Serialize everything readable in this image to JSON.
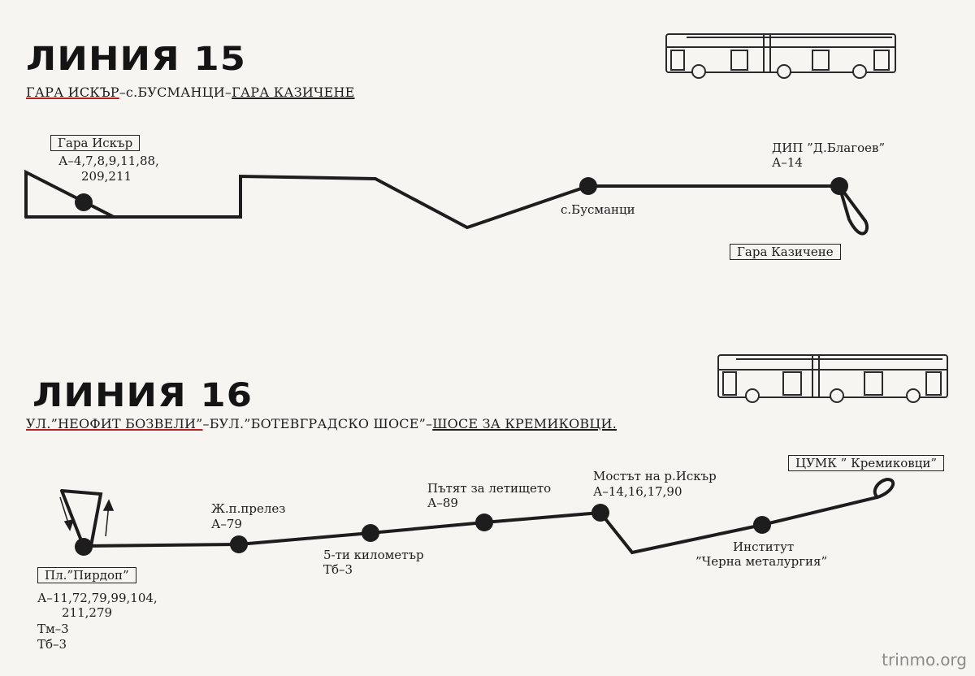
{
  "line15": {
    "title": "ЛИНИЯ 15",
    "route": {
      "a": "ГАРА ИСКЪР",
      "sep1": "–с.",
      "b": "БУСМАНЦИ",
      "sep2": "–",
      "c": "ГАРА КАЗИЧЕНЕ"
    },
    "stops": {
      "gara_iskar": {
        "name": "Гара Искър",
        "conn1": "А–4,7,8,9,11,88,",
        "conn2": "209,211"
      },
      "busmantsi": {
        "name": "с.Бусманци"
      },
      "dip": {
        "name": "ДИП ”Д.Благоев”",
        "conn": "А–14"
      },
      "gara_kazichene": {
        "name": "Гара Казичене"
      }
    }
  },
  "line16": {
    "title": "ЛИНИЯ 16",
    "route": {
      "a": "УЛ.”НЕОФИТ БОЗВЕЛИ”",
      "sep1": "–",
      "b": "БУЛ.”БОТЕВГРАДСКО ШОСЕ”",
      "sep2": "–",
      "c": "ШОСЕ ЗА КРЕМИКОВЦИ."
    },
    "stops": {
      "pirdop": {
        "name": "Пл.”Пирдоп”",
        "conn1": "А–11,72,79,99,104,",
        "conn2": "211,279",
        "conn3": "Тм–3",
        "conn4": "Тб–3"
      },
      "prelez": {
        "name": "Ж.п.прелез",
        "conn": "А–79"
      },
      "km5": {
        "name": "5-ти километър",
        "conn": "Тб–3"
      },
      "letishte": {
        "name": "Пътят за летището",
        "conn": "А–89"
      },
      "most": {
        "name": "Мостът на р.Искър",
        "conn": "А–14,16,17,90"
      },
      "institut": {
        "name1": "Институт",
        "name2": "”Черна металургия”"
      },
      "tsumk": {
        "name": "ЦУМК ” Кремиковци”"
      }
    }
  },
  "watermark": "trinmo.org",
  "colors": {
    "ink": "#1d1d1d",
    "paper": "#f7f5f2",
    "underline_red": "#b32020",
    "watermark": "#8a8a8a"
  }
}
